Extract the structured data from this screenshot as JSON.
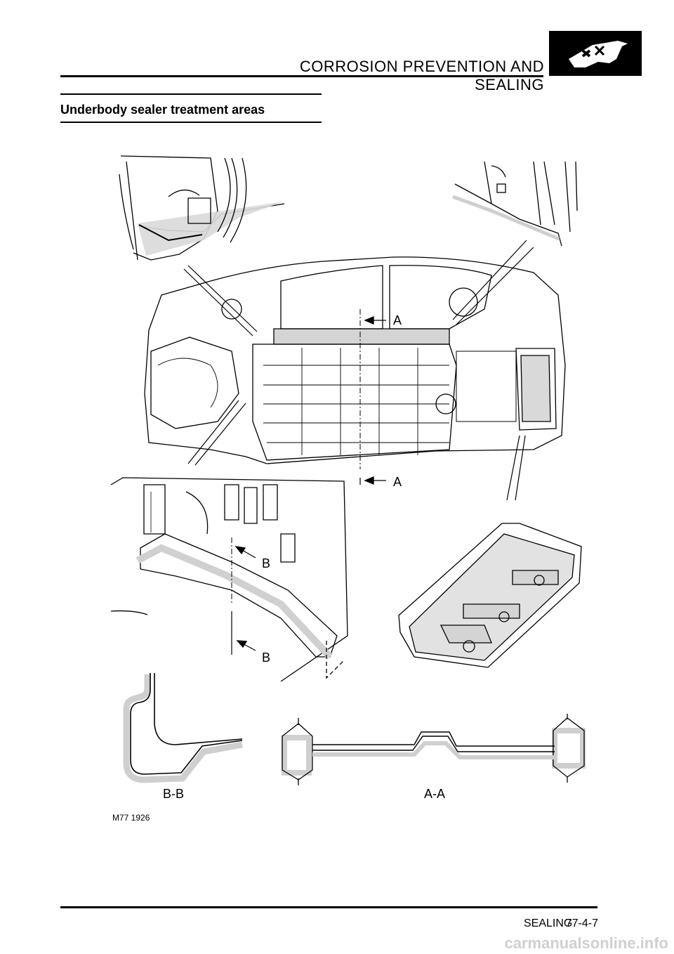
{
  "header": {
    "title": "CORROSION PREVENTION AND SEALING",
    "logo_icon": "wading-vehicle-icon"
  },
  "section": {
    "title": "Underbody sealer treatment areas"
  },
  "figure": {
    "section_marker_a": "A",
    "section_marker_b": "B",
    "caption_bb": "B-B",
    "caption_aa": "A-A",
    "figure_id": "M77 1926"
  },
  "footer": {
    "section_label": "SEALING",
    "page_number": "77-4-7"
  },
  "watermark": {
    "text": "carmanualsonline.info"
  }
}
